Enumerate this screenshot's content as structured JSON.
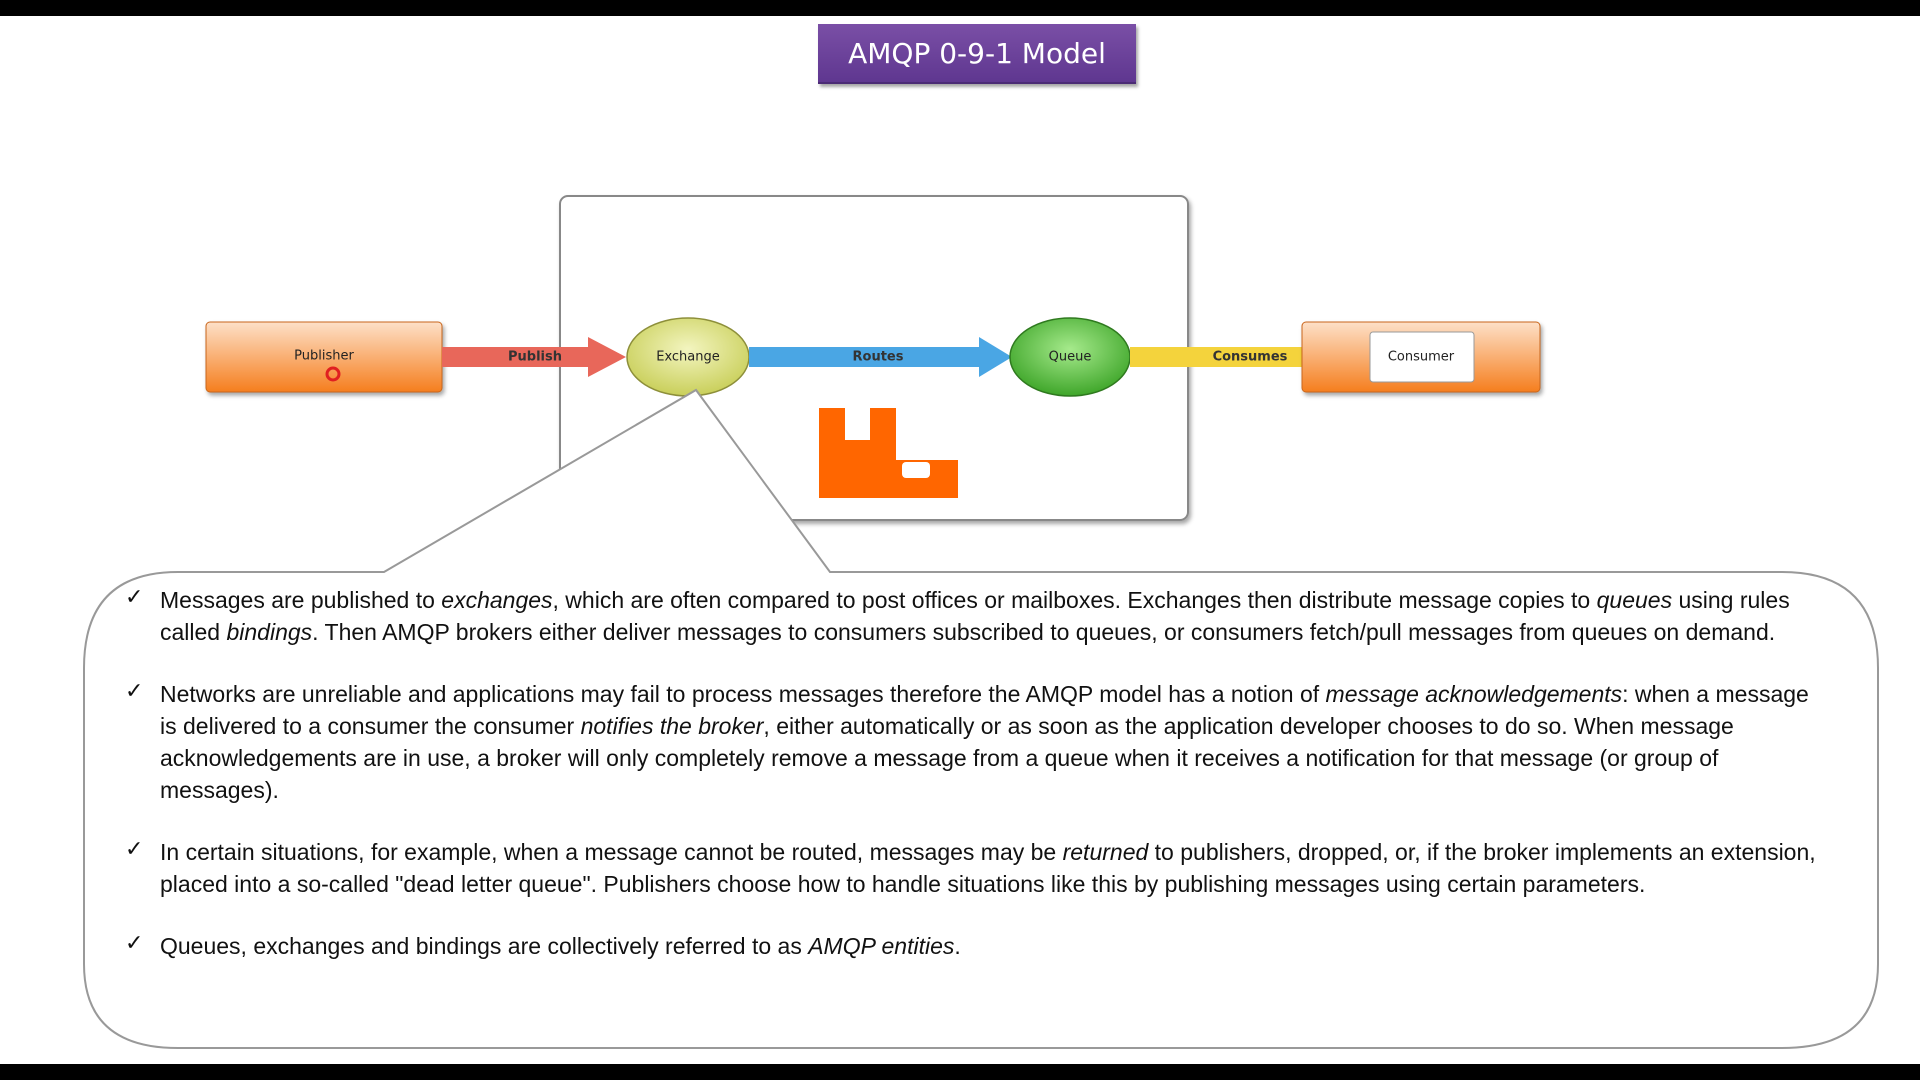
{
  "title": "AMQP 0-9-1 Model",
  "diagram": {
    "publisher": "Publisher",
    "publish": "Publish",
    "exchange": "Exchange",
    "routes": "Routes",
    "queue": "Queue",
    "consumes": "Consumes",
    "consumer": "Consumer",
    "colors": {
      "box_gradient_top": "#fde0c8",
      "box_gradient_bottom": "#f57e1e",
      "publish_arrow": "#e8675a",
      "routes_arrow": "#4aa6e4",
      "consumes_arrow": "#f4d33c",
      "exchange_fill": "#dfe389",
      "queue_fill": "#62c445",
      "broker_logo": "#ff6600"
    }
  },
  "bullets": [
    {
      "check": "✓",
      "parts": [
        {
          "t": "Messages are published to "
        },
        {
          "t": "exchanges",
          "i": true
        },
        {
          "t": ", which are often compared to post offices or mailboxes. Exchanges then distribute message copies to "
        },
        {
          "t": "queues",
          "i": true
        },
        {
          "t": " using rules called "
        },
        {
          "t": "bindings",
          "i": true
        },
        {
          "t": ". Then AMQP brokers either deliver messages to consumers subscribed to queues, or consumers fetch/pull messages from queues on demand."
        }
      ]
    },
    {
      "check": "✓",
      "parts": [
        {
          "t": "Networks are unreliable and applications may fail to process messages therefore the AMQP model has a notion of "
        },
        {
          "t": "message acknowledgements",
          "i": true
        },
        {
          "t": ": when a message is delivered to a consumer the consumer "
        },
        {
          "t": "notifies the broker",
          "i": true
        },
        {
          "t": ", either automatically or as soon as the application developer chooses to do so. When message acknowledgements are in use, a broker will only completely remove a message from a queue when it receives a notification for that message (or group of messages)."
        }
      ]
    },
    {
      "check": "✓",
      "parts": [
        {
          "t": "In certain situations, for example, when a message cannot be routed, messages may be "
        },
        {
          "t": "returned",
          "i": true
        },
        {
          "t": " to publishers, dropped, or, if the broker implements an extension, placed into a so-called \"dead letter queue\". Publishers choose how to handle situations like this by publishing messages using certain parameters."
        }
      ]
    },
    {
      "check": "✓",
      "parts": [
        {
          "t": "Queues, exchanges and bindings are collectively referred to as "
        },
        {
          "t": "AMQP entities",
          "i": true
        },
        {
          "t": "."
        }
      ]
    }
  ]
}
